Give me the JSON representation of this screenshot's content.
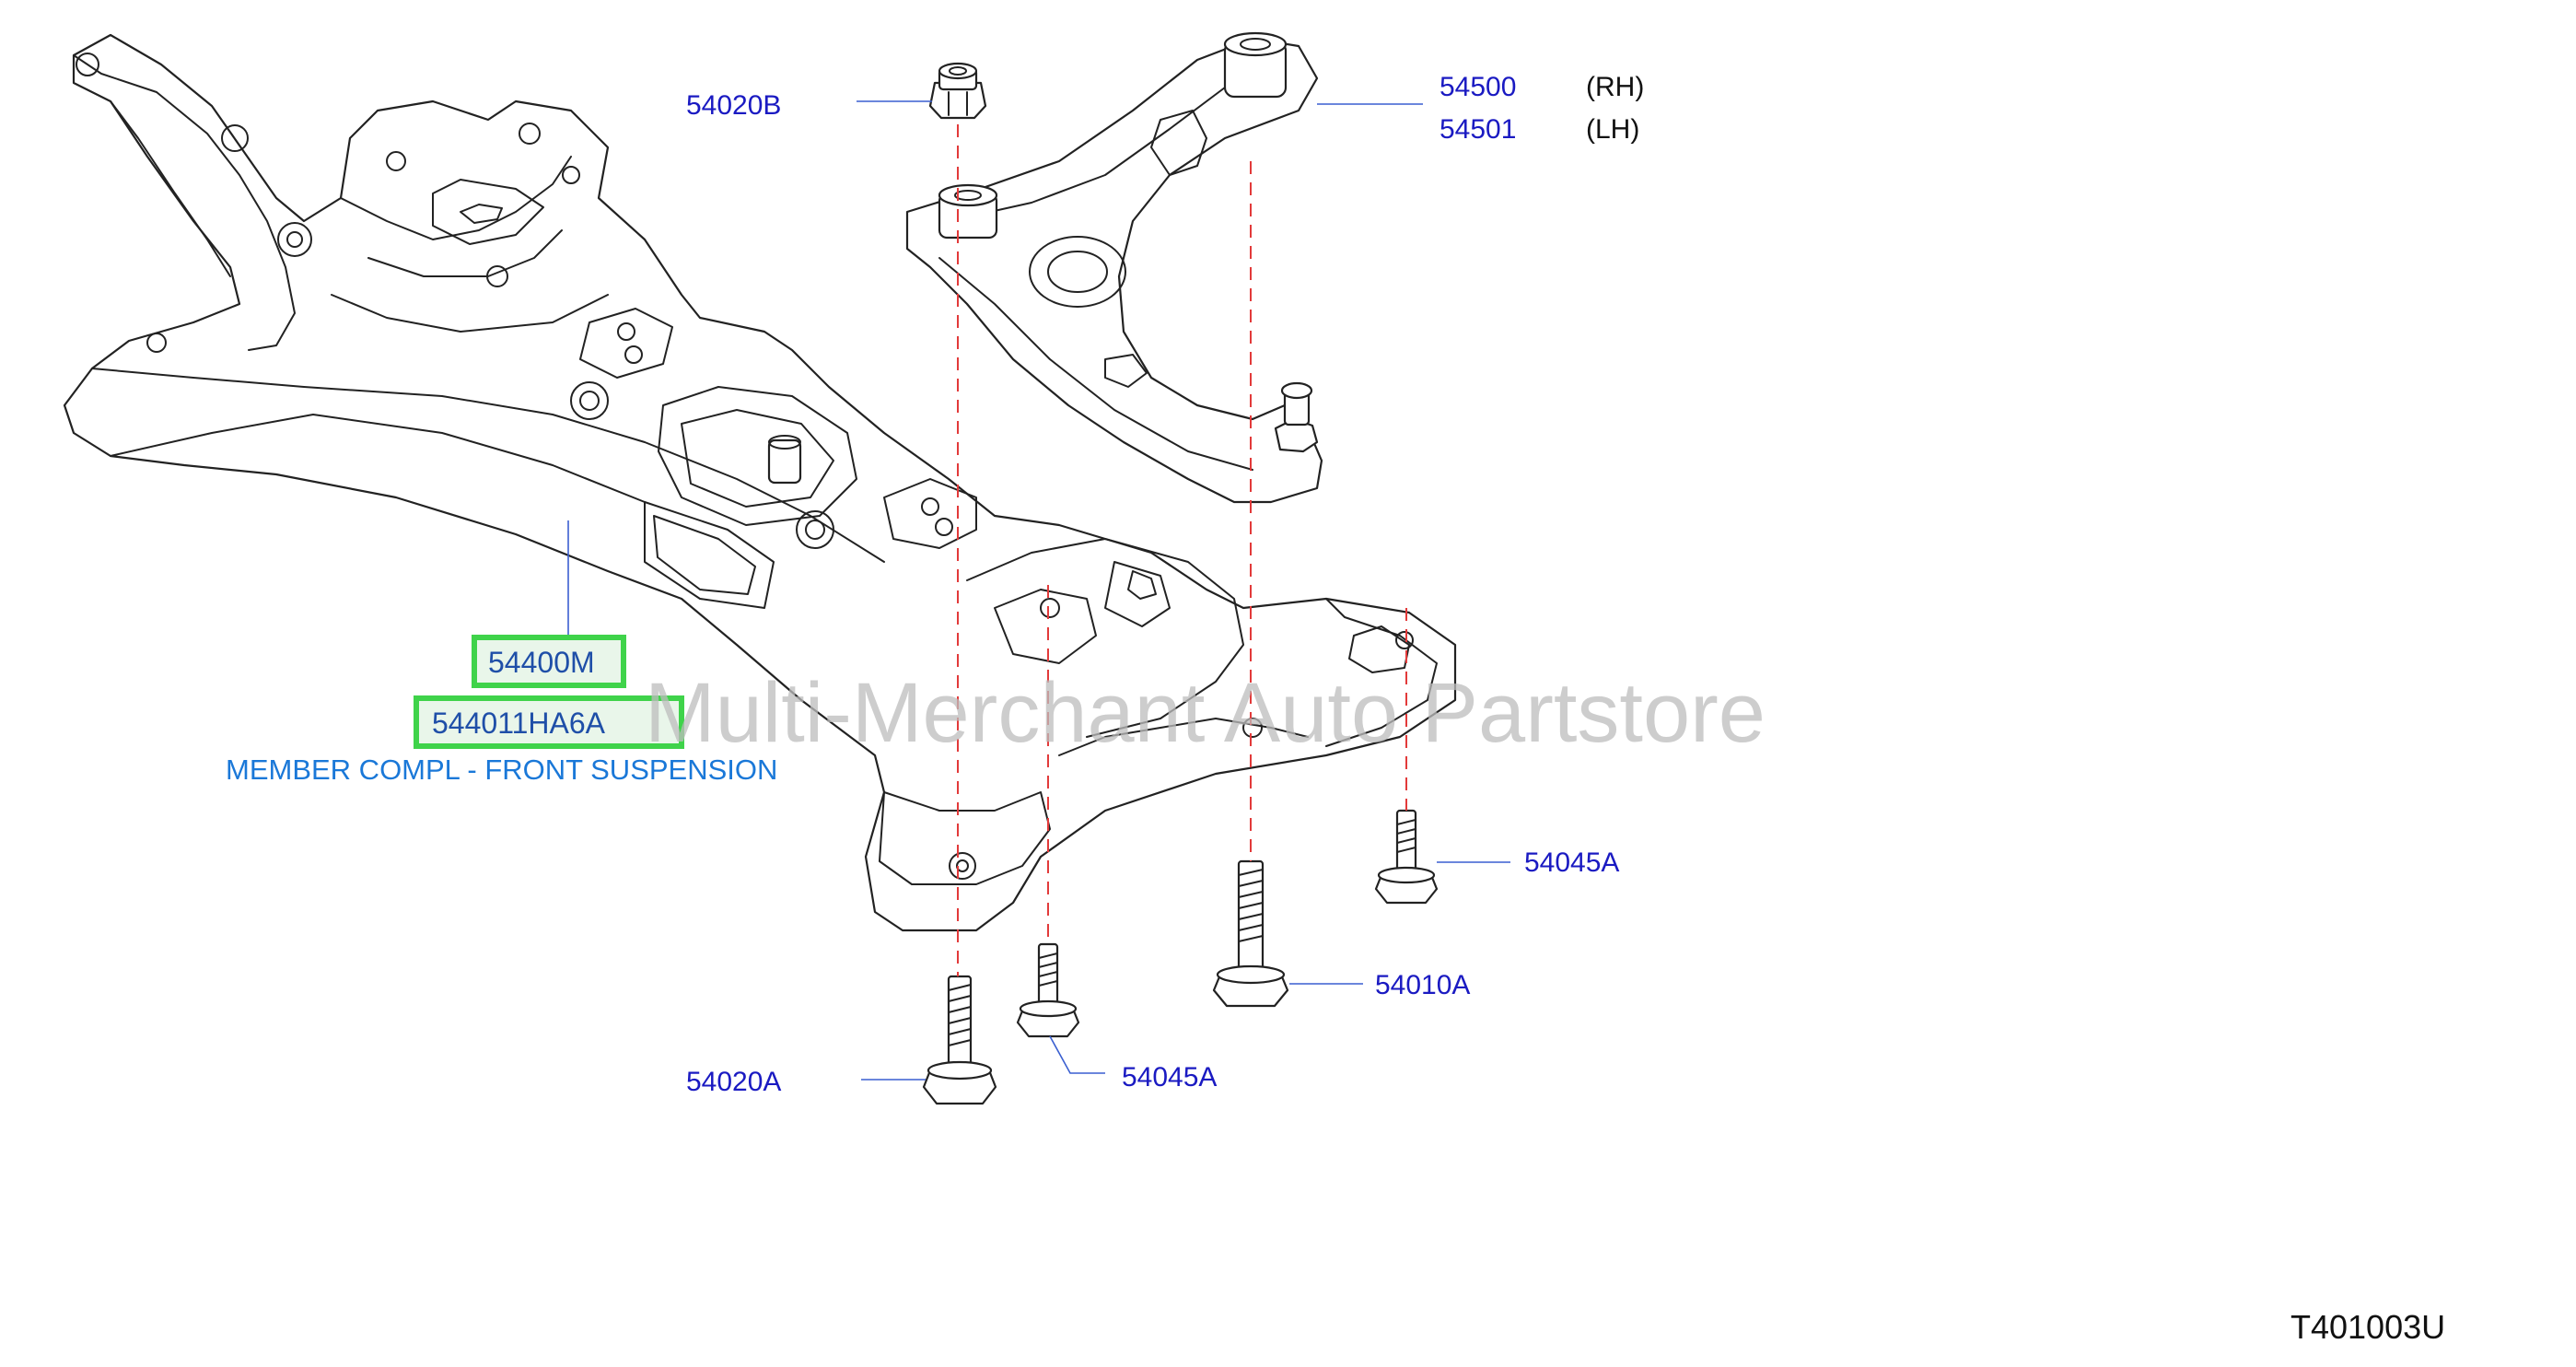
{
  "callouts": {
    "c54020B": "54020B",
    "c54500": "54500",
    "c54501": "54501",
    "rh": "(RH)",
    "lh": "(LH)",
    "c54400M": "54400M",
    "c544011HA6A": "544011HA6A",
    "description": "MEMBER COMPL - FRONT SUSPENSION",
    "c54045A_right": "54045A",
    "c54010A": "54010A",
    "c54045A_lower": "54045A",
    "c54020A": "54020A"
  },
  "watermark": "Multi-Merchant Auto Partstore",
  "figure_id": "T401003U",
  "colors": {
    "callout": "#1a1ac2",
    "description": "#1a78d8",
    "highlight_border": "#3fd34a",
    "axis_line": "#e23a3a"
  }
}
